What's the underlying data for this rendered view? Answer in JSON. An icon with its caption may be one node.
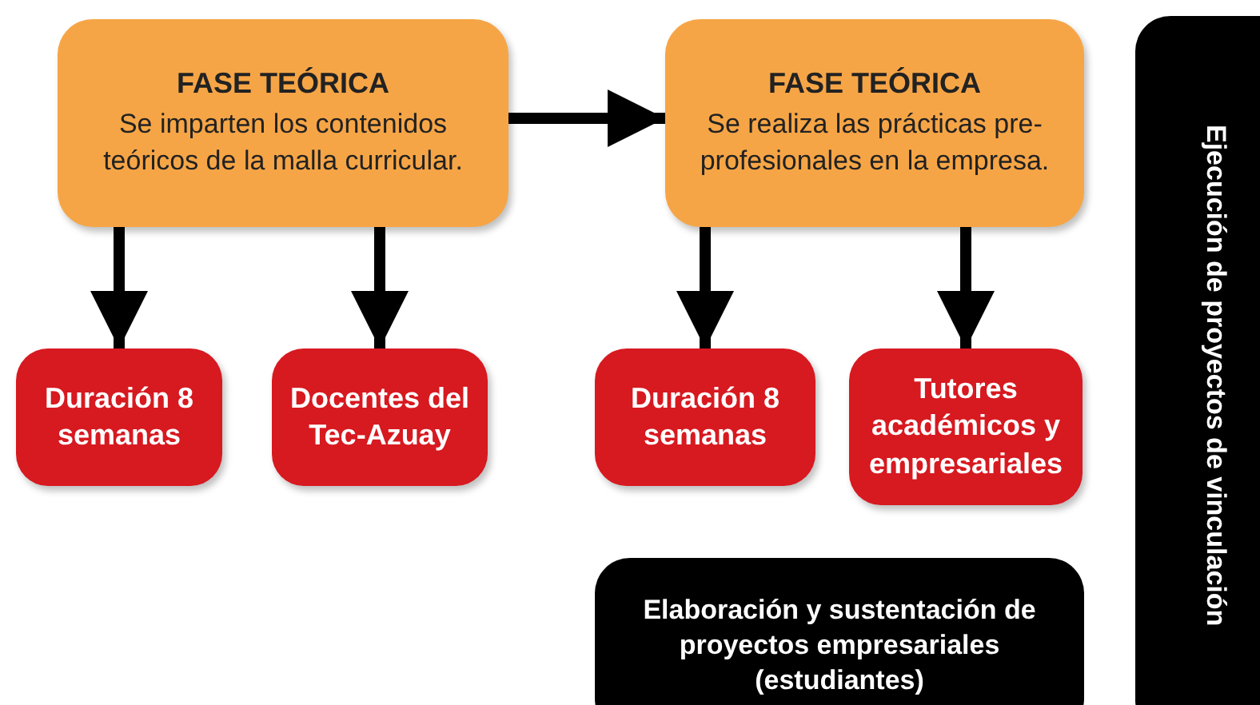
{
  "diagram": {
    "nodes": [
      {
        "text": [
          "FASE TEÓRICA",
          "Se imparten los contenidos teóricos de la malla curricular."
        ]
      },
      {
        "text": [
          "FASE TEÓRICA",
          "Se realiza las prácticas pre-profesionales en la empresa."
        ]
      },
      {
        "text": [
          "Duración 8 semanas"
        ]
      },
      {
        "text": [
          "Docentes del Tec-Azuay"
        ]
      },
      {
        "text": [
          "Duración 8 semanas"
        ]
      },
      {
        "text": [
          "Tutores académicos y empresariales"
        ]
      },
      {
        "text": [
          "Elaboración y sustentación de proyectos empresariales (estudiantes)"
        ]
      },
      {
        "text": [
          "Ejecución de proyectos de vinculación"
        ]
      }
    ],
    "edges": [
      {
        "from": 0,
        "to": 1,
        "arrow": "to"
      },
      {
        "from": 0,
        "to": 2,
        "arrow": "to"
      },
      {
        "from": 0,
        "to": 3,
        "arrow": "to"
      },
      {
        "from": 1,
        "to": 4,
        "arrow": "to"
      },
      {
        "from": 1,
        "to": 5,
        "arrow": "to"
      }
    ]
  }
}
